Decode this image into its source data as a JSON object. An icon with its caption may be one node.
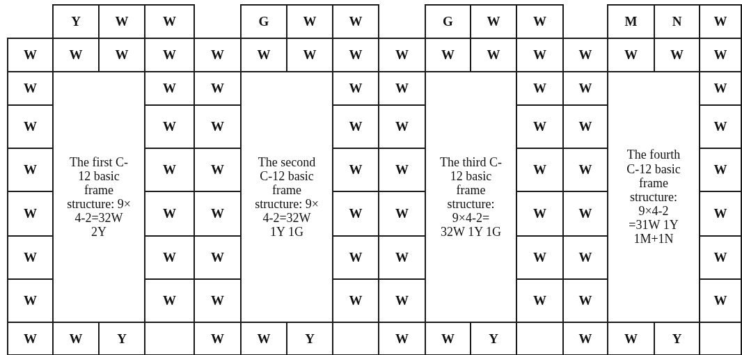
{
  "diagram": {
    "labels": [
      "Y",
      "W",
      "W",
      "G",
      "W",
      "W",
      "G",
      "W",
      "W",
      "M",
      "N",
      "W",
      "W",
      "W",
      "W",
      "W",
      "W",
      "W",
      "W",
      "W",
      "W",
      "W",
      "W",
      "W",
      "W",
      "W",
      "W",
      "W",
      "W",
      "The first C-12 basic frame structure: 9× 4-2=32W 2Y",
      "W",
      "W",
      "The second C-12 basic frame structure: 9× 4-2=32W 1Y 1G",
      "W",
      "W",
      "The third C-12 basic frame structure: 9×4-2= 32W 1Y 1G",
      "W",
      "W",
      "The fourth C-12 basic frame structure: 9×4-2 =31W 1Y 1M+1N",
      "W",
      "W",
      "W",
      "W",
      "W",
      "W",
      "W",
      "W",
      "W",
      "W",
      "W",
      "W",
      "W",
      "W",
      "W",
      "W",
      "W",
      "W",
      "W",
      "W",
      "W",
      "W",
      "W",
      "W",
      "W",
      "W",
      "W",
      "W",
      "W",
      "W",
      "W",
      "W",
      "W",
      "W",
      "W",
      "W",
      "W",
      "W",
      "W",
      "W",
      "W",
      "W",
      "W",
      "Y",
      "W",
      "W",
      "Y",
      "W",
      "W",
      "Y",
      "W",
      "W",
      "Y"
    ]
  }
}
